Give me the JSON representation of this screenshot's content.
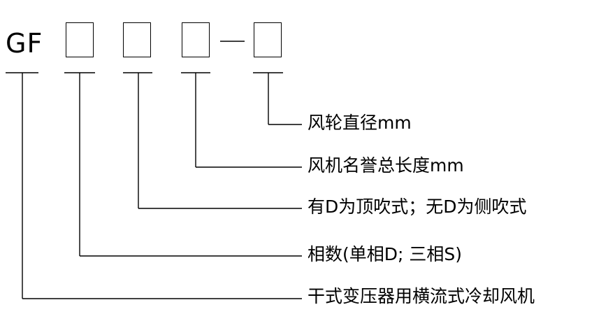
{
  "code": {
    "prefix": "GF"
  },
  "descriptions": [
    "风轮直径mm",
    "风机名誉总长度mm",
    "有D为顶吹式；无D为侧吹式",
    "相数(单相D; 三相S)",
    "干式变压器用横流式冷却风机"
  ],
  "colors": {
    "line": "#000000",
    "text": "#000000",
    "background": "#ffffff"
  }
}
